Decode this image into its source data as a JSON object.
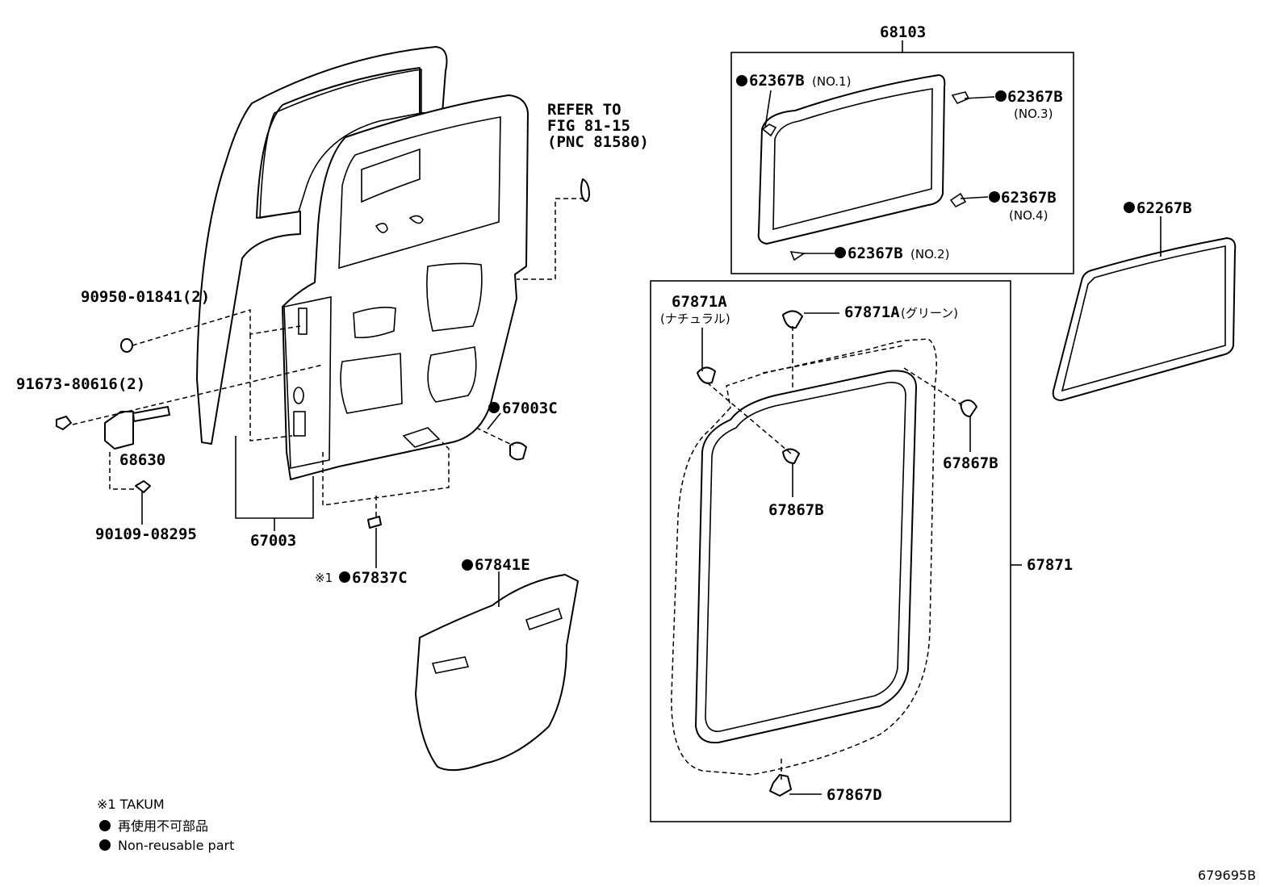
{
  "labels": {
    "p68103": "68103",
    "p62367b_no1": "62367B",
    "p62367b_no1_sub": "(NO.1)",
    "p62367b_no3": "62367B",
    "p62367b_no3_sub": "(NO.3)",
    "p62367b_no4": "62367B",
    "p62367b_no4_sub": "(NO.4)",
    "p62367b_no2": "62367B",
    "p62367b_no2_sub": "(NO.2)",
    "p62267b": "62267B",
    "refer_line1": "REFER TO",
    "refer_line2": "FIG 81-15",
    "refer_line3": "(PNC 81580)",
    "p90950": "90950-01841(2)",
    "p91673": "91673-80616(2)",
    "p68630": "68630",
    "p90109": "90109-08295",
    "p67003": "67003",
    "p67003c": "67003C",
    "p67837c_prefix": "※1",
    "p67837c": "67837C",
    "p67841e": "67841E",
    "p67871a_left": "67871A",
    "p67871a_left_sub": "(ナチュラル)",
    "p67871a_right": "67871A",
    "p67871a_right_sub": "(グリーン)",
    "p67867b_right": "67867B",
    "p67867b_center": "67867B",
    "p67871": "67871",
    "p67867d": "67867D",
    "figure_id": "679695B"
  },
  "legend": {
    "takum": "※1 TAKUM",
    "non_reusable_jp": "再使用不可部品",
    "non_reusable_en": "Non-reusable part"
  }
}
